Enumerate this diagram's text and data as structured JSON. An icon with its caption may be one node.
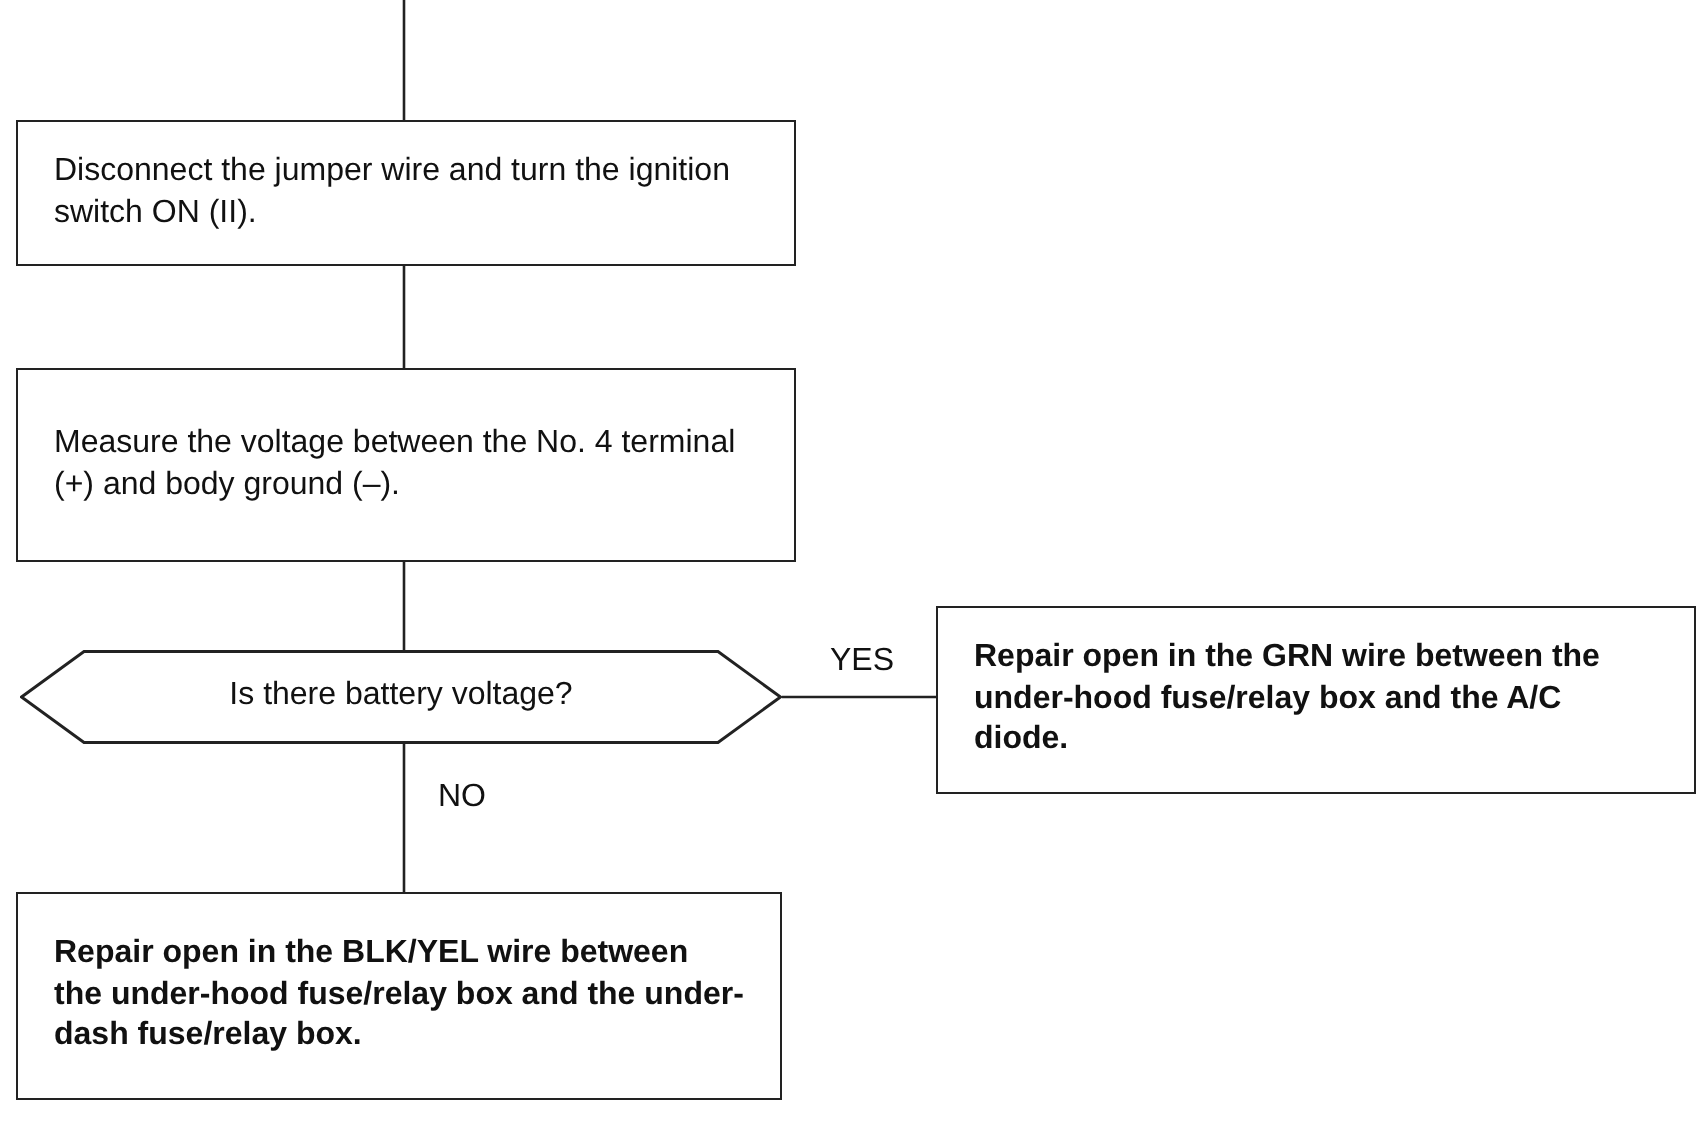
{
  "diagram": {
    "nodes": [
      {
        "text": [
          "Disconnect the jumper wire and turn the ignition switch ON (II)."
        ]
      },
      {
        "text": [
          "Measure the voltage between the No. 4 terminal (+) and body ground (–)."
        ]
      },
      {
        "text": [
          "Is there battery voltage?"
        ]
      },
      {
        "text": [
          "Repair open in the GRN wire between the under-hood fuse/relay box and the A/C diode."
        ]
      },
      {
        "text": [
          "Repair open in the BLK/YEL wire between the under-hood fuse/relay box and the under-dash fuse/relay box."
        ]
      }
    ],
    "edges": [
      {
        "from": null,
        "to": 0,
        "arrow": "none"
      },
      {
        "from": 0,
        "to": 1,
        "arrow": "none"
      },
      {
        "from": 1,
        "to": 2,
        "arrow": "none"
      },
      {
        "from": 2,
        "to": 3,
        "arrow": "none",
        "label": "YES"
      },
      {
        "from": 2,
        "to": 4,
        "arrow": "none",
        "label": "NO"
      }
    ]
  }
}
